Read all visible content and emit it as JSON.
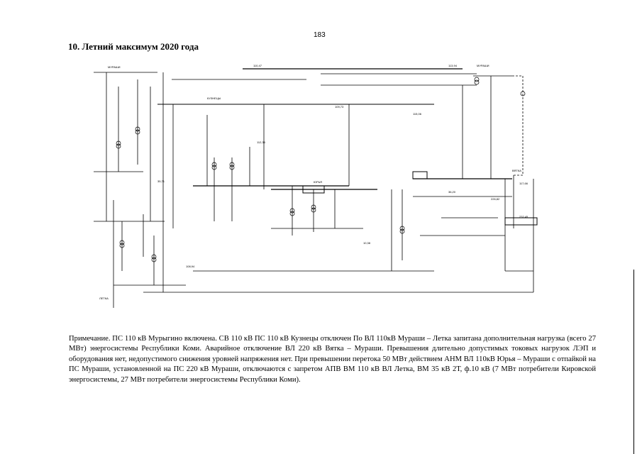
{
  "page": {
    "number": "183",
    "title": "10. Летний максимум 2020 года"
  },
  "diagram": {
    "labels": [
      {
        "id": "mur-a",
        "text": "МУРАШИ"
      },
      {
        "id": "mur-b",
        "text": "МУРАШИ"
      },
      {
        "id": "kuz",
        "text": "КУЗНЕЦЫ"
      },
      {
        "id": "y1",
        "text": "ЮРЬЯ"
      },
      {
        "id": "let",
        "text": "ЛЕТКА"
      },
      {
        "id": "vyat",
        "text": "ВЯТКА"
      },
      {
        "id": "v1",
        "text": "110,47"
      },
      {
        "id": "v2",
        "text": "113,94"
      },
      {
        "id": "v3",
        "text": "109,73"
      },
      {
        "id": "v4",
        "text": "115,06"
      },
      {
        "id": "v5",
        "text": "226,82"
      },
      {
        "id": "v6",
        "text": "232,45"
      },
      {
        "id": "v7",
        "text": "108,94"
      },
      {
        "id": "v8",
        "text": "35,71"
      },
      {
        "id": "v9",
        "text": "36,20"
      },
      {
        "id": "v10",
        "text": "10,38"
      },
      {
        "id": "v11",
        "text": "112,36"
      },
      {
        "id": "v12",
        "text": "117,66"
      }
    ]
  },
  "note": {
    "text": "Примечание. ПС 110 кВ Мурыгино включена. СВ 110 кВ ПС 110 кВ Кузнецы отключен По ВЛ 110кВ Мураши – Летка запитана дополнительная нагрузка (всего 27 МВт) энергосистемы Республики Коми. Аварийное отключение ВЛ 220 кВ Вятка – Мураши. Превышения длительно допустимых токовых нагрузок ЛЭП и оборудования нет, недопустимого снижения уровней напряжения нет. При превышении перетока 50 МВт действием АНМ ВЛ 110кВ Юрья – Мураши с отпайкой на ПС Мураши, установленной на ПС 220 кВ Мураши, отключаются с запретом АПВ ВМ 110 кВ ВЛ Летка, ВМ 35 кВ 2Т, ф.10 кВ (7 МВт потребители Кировской энергосистемы, 27 МВт потребители энергосистемы Республики Коми)."
  }
}
